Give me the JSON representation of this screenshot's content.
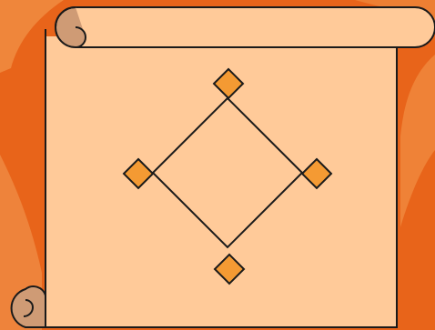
{
  "colors": {
    "background": "#e8641a",
    "background_swirl_light": "#f08a3f",
    "background_swirl_lighter": "#f39d57",
    "scroll_fill": "#ffca99",
    "scroll_curl_fill": "#cf9b75",
    "stroke": "#1a1a1a",
    "diamond_fill": "#f49a33"
  },
  "diagram": {
    "shape": "square rotated 45 degrees",
    "corner_markers": [
      "top",
      "right",
      "bottom",
      "left"
    ],
    "outer_markers": [
      "bottom"
    ]
  }
}
